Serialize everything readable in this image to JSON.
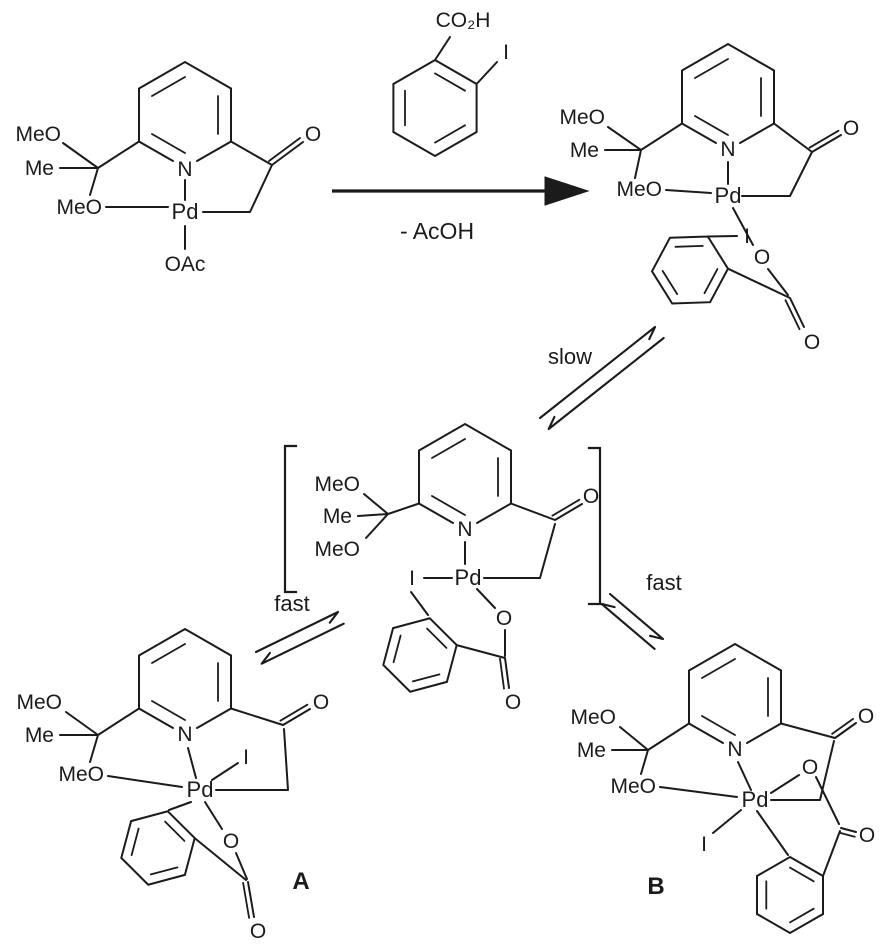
{
  "canvas": {
    "ink": "#1b1b1b",
    "background": "#ffffff"
  },
  "reagent": {
    "acid": "CO₂H",
    "iodide": "I"
  },
  "arrow": {
    "byproduct": "- AcOH"
  },
  "rates": {
    "slow": "slow",
    "fast_left": "fast",
    "fast_right": "fast"
  },
  "acetate_complex": {
    "meo_top": "MeO",
    "me": "Me",
    "meo_bottom": "MeO",
    "n": "N",
    "pd": "Pd",
    "ketone_o": "O",
    "acetate": "OAc"
  },
  "benzoate_complex": {
    "meo_top": "MeO",
    "me": "Me",
    "meo_bottom": "MeO",
    "n": "N",
    "pd": "Pd",
    "ketone_o": "O",
    "aryl_i": "I",
    "ester_o": "O",
    "carbonyl_o": "O"
  },
  "intermediate": {
    "meo_top": "MeO",
    "me": "Me",
    "meo_bottom": "MeO",
    "n": "N",
    "pd": "Pd",
    "i": "I",
    "ketone_o": "O",
    "ester_o": "O",
    "carbonyl_o": "O"
  },
  "product_a": {
    "label": "A",
    "meo_top": "MeO",
    "me": "Me",
    "meo_bottom": "MeO",
    "n": "N",
    "pd": "Pd",
    "i": "I",
    "ketone_o": "O",
    "ester_o": "O",
    "carbonyl_o": "O"
  },
  "product_b": {
    "label": "B",
    "meo_top": "MeO",
    "me": "Me",
    "meo_bottom": "MeO",
    "n": "N",
    "pd": "Pd",
    "i": "I",
    "ketone_o": "O",
    "ester_o": "O",
    "carbonyl_o": "O"
  }
}
